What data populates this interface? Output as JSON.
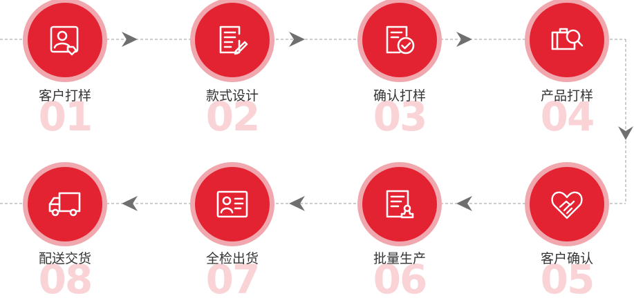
{
  "colors": {
    "accent": "#e32332",
    "ring": "#f0a8ae",
    "number": "#f9d3d6",
    "line": "#999999",
    "arrow": "#777777"
  },
  "steps": [
    {
      "num": "01",
      "label": "客户打样",
      "icon": "portrait-frame-icon"
    },
    {
      "num": "02",
      "label": "款式设计",
      "icon": "document-pen-icon"
    },
    {
      "num": "03",
      "label": "确认打样",
      "icon": "document-check-icon"
    },
    {
      "num": "04",
      "label": "产品打样",
      "icon": "magnifier-box-icon"
    },
    {
      "num": "05",
      "label": "客户确认",
      "icon": "handshake-heart-icon"
    },
    {
      "num": "06",
      "label": "批量生产",
      "icon": "document-stamp-icon"
    },
    {
      "num": "07",
      "label": "全检出货",
      "icon": "id-card-icon"
    },
    {
      "num": "08",
      "label": "配送交货",
      "icon": "delivery-truck-icon"
    }
  ]
}
